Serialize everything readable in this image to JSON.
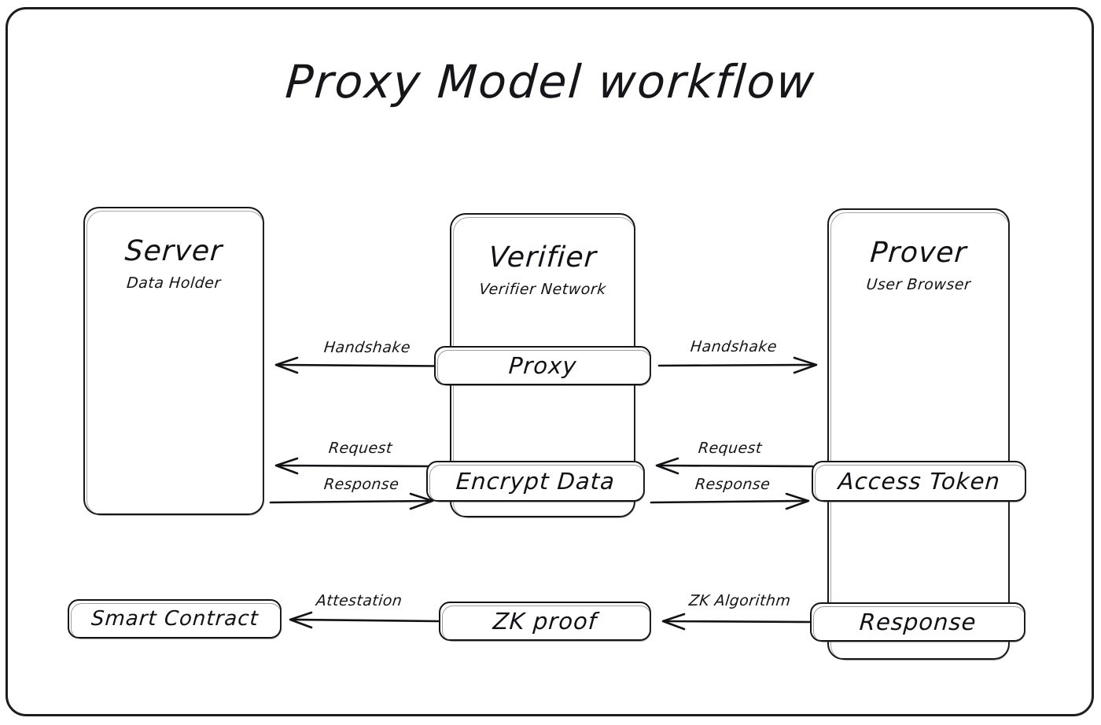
{
  "diagram": {
    "title": "Proxy Model workflow",
    "frame_color": "#1a1a1a",
    "stroke_color": "#131316",
    "background": "#ffffff"
  },
  "columns": [
    {
      "id": "server",
      "title": "Server",
      "subtitle": "Data Holder"
    },
    {
      "id": "verifier",
      "title": "Verifier",
      "subtitle": "Verifier Network"
    },
    {
      "id": "prover",
      "title": "Prover",
      "subtitle": "User Browser"
    }
  ],
  "nodes": [
    {
      "id": "proxy",
      "label": "Proxy"
    },
    {
      "id": "encrypt-data",
      "label": "Encrypt Data"
    },
    {
      "id": "access-token",
      "label": "Access Token"
    },
    {
      "id": "smart-contract",
      "label": "Smart Contract"
    },
    {
      "id": "zk-proof",
      "label": "ZK proof"
    },
    {
      "id": "response-node",
      "label": "Response"
    }
  ],
  "arrows": [
    {
      "id": "handshake-left",
      "label": "Handshake",
      "direction": "left",
      "from": "proxy",
      "to": "server"
    },
    {
      "id": "handshake-right",
      "label": "Handshake",
      "direction": "right",
      "from": "proxy",
      "to": "prover"
    },
    {
      "id": "request-left",
      "label": "Request",
      "direction": "left",
      "from": "encrypt-data",
      "to": "server"
    },
    {
      "id": "response-left",
      "label": "Response",
      "direction": "right",
      "from": "server",
      "to": "encrypt-data"
    },
    {
      "id": "request-right",
      "label": "Request",
      "direction": "left",
      "from": "access-token",
      "to": "encrypt-data"
    },
    {
      "id": "response-right",
      "label": "Response",
      "direction": "right",
      "from": "encrypt-data",
      "to": "access-token"
    },
    {
      "id": "attestation",
      "label": "Attestation",
      "direction": "left",
      "from": "zk-proof",
      "to": "smart-contract"
    },
    {
      "id": "zk-algorithm",
      "label": "ZK Algorithm",
      "direction": "left",
      "from": "response-node",
      "to": "zk-proof"
    }
  ]
}
